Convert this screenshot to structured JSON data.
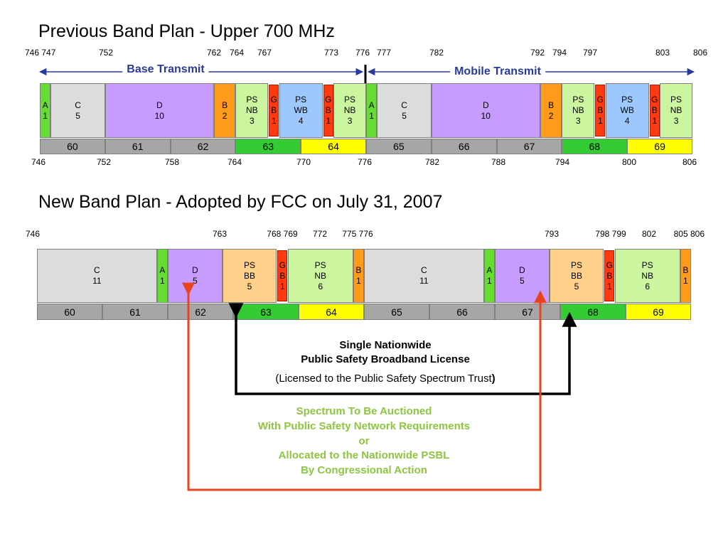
{
  "colors": {
    "gray": "#dcdcdc",
    "lime": "#66dd33",
    "violet": "#c89bff",
    "orange": "#ff9a1a",
    "ltgreen": "#ccf5a0",
    "red": "#ff3a10",
    "blue": "#9cc8ff",
    "peach": "#ffd089",
    "chgray": "#a6a6a6",
    "chgreen": "#33cc33",
    "chyellow": "#ffff00",
    "navy": "#2a3a9a",
    "arrow_red": "#e8451e",
    "label_green": "#8cc63f"
  },
  "prev": {
    "title": "Previous Band Plan - Upper 700 MHz",
    "top_ticks": [
      "746 747",
      "752",
      "762",
      "764",
      "767",
      "773",
      "776",
      "777",
      "782",
      "792",
      "794",
      "797",
      "803",
      "806"
    ],
    "bottom_ticks": [
      "746",
      "752",
      "758",
      "764",
      "770",
      "776",
      "782",
      "788",
      "794",
      "800",
      "806"
    ],
    "base_label": "Base Transmit",
    "mobile_label": "Mobile Transmit",
    "blocks": [
      {
        "lines": [
          "A",
          "1"
        ],
        "color": "lime",
        "start": 746,
        "end": 747
      },
      {
        "lines": [
          "C",
          "5"
        ],
        "color": "gray",
        "start": 747,
        "end": 752
      },
      {
        "lines": [
          "D",
          "10"
        ],
        "color": "violet",
        "start": 752,
        "end": 762
      },
      {
        "lines": [
          "B",
          "2"
        ],
        "color": "orange",
        "start": 762,
        "end": 764
      },
      {
        "lines": [
          "PS",
          "NB",
          "3"
        ],
        "color": "ltgreen",
        "start": 764,
        "end": 767
      },
      {
        "lines": [
          "G",
          "B",
          "1"
        ],
        "color": "red",
        "start": 767,
        "end": 768
      },
      {
        "lines": [
          "PS",
          "WB",
          "4"
        ],
        "color": "blue",
        "start": 768,
        "end": 772
      },
      {
        "lines": [
          "G",
          "B",
          "1"
        ],
        "color": "red",
        "start": 772,
        "end": 773
      },
      {
        "lines": [
          "PS",
          "NB",
          "3"
        ],
        "color": "ltgreen",
        "start": 773,
        "end": 776
      },
      {
        "lines": [
          "A",
          "1"
        ],
        "color": "lime",
        "start": 776,
        "end": 777
      },
      {
        "lines": [
          "C",
          "5"
        ],
        "color": "gray",
        "start": 777,
        "end": 782
      },
      {
        "lines": [
          "D",
          "10"
        ],
        "color": "violet",
        "start": 782,
        "end": 792
      },
      {
        "lines": [
          "B",
          "2"
        ],
        "color": "orange",
        "start": 792,
        "end": 794
      },
      {
        "lines": [
          "PS",
          "NB",
          "3"
        ],
        "color": "ltgreen",
        "start": 794,
        "end": 797
      },
      {
        "lines": [
          "G",
          "B",
          "1"
        ],
        "color": "red",
        "start": 797,
        "end": 798
      },
      {
        "lines": [
          "PS",
          "WB",
          "4"
        ],
        "color": "blue",
        "start": 798,
        "end": 802
      },
      {
        "lines": [
          "G",
          "B",
          "1"
        ],
        "color": "red",
        "start": 802,
        "end": 803
      },
      {
        "lines": [
          "PS",
          "NB",
          "3"
        ],
        "color": "ltgreen",
        "start": 803,
        "end": 806
      }
    ],
    "channels": [
      {
        "label": "60",
        "color": "chgray"
      },
      {
        "label": "61",
        "color": "chgray"
      },
      {
        "label": "62",
        "color": "chgray"
      },
      {
        "label": "63",
        "color": "chgreen"
      },
      {
        "label": "64",
        "color": "chyellow"
      },
      {
        "label": "65",
        "color": "chgray"
      },
      {
        "label": "66",
        "color": "chgray"
      },
      {
        "label": "67",
        "color": "chgray"
      },
      {
        "label": "68",
        "color": "chgreen"
      },
      {
        "label": "69",
        "color": "chyellow"
      }
    ]
  },
  "new": {
    "title": "New Band Plan - Adopted by FCC on July 31, 2007",
    "top_ticks": [
      "746",
      "763",
      "768 769",
      "772",
      "775 776",
      "793",
      "798 799",
      "802",
      "805 806"
    ],
    "blocks": [
      {
        "lines": [
          "C",
          "11"
        ],
        "color": "gray",
        "start": 746,
        "end": 757
      },
      {
        "lines": [
          "A",
          "1"
        ],
        "color": "lime",
        "start": 757,
        "end": 758
      },
      {
        "lines": [
          "D",
          "5"
        ],
        "color": "violet",
        "start": 758,
        "end": 763
      },
      {
        "lines": [
          "PS",
          "BB",
          "5"
        ],
        "color": "peach",
        "start": 763,
        "end": 768
      },
      {
        "lines": [
          "G",
          "B",
          "1"
        ],
        "color": "red",
        "start": 768,
        "end": 769
      },
      {
        "lines": [
          "PS",
          "NB",
          "6"
        ],
        "color": "ltgreen",
        "start": 769,
        "end": 775
      },
      {
        "lines": [
          "B",
          "1"
        ],
        "color": "orange",
        "start": 775,
        "end": 776
      },
      {
        "lines": [
          "C",
          "11"
        ],
        "color": "gray",
        "start": 776,
        "end": 787
      },
      {
        "lines": [
          "A",
          "1"
        ],
        "color": "lime",
        "start": 787,
        "end": 788
      },
      {
        "lines": [
          "D",
          "5"
        ],
        "color": "violet",
        "start": 788,
        "end": 793
      },
      {
        "lines": [
          "PS",
          "BB",
          "5"
        ],
        "color": "peach",
        "start": 793,
        "end": 798
      },
      {
        "lines": [
          "G",
          "B",
          "1"
        ],
        "color": "red",
        "start": 798,
        "end": 799
      },
      {
        "lines": [
          "PS",
          "NB",
          "6"
        ],
        "color": "ltgreen",
        "start": 799,
        "end": 805
      },
      {
        "lines": [
          "B",
          "1"
        ],
        "color": "orange",
        "start": 805,
        "end": 806
      }
    ],
    "channels": [
      {
        "label": "60",
        "color": "chgray"
      },
      {
        "label": "61",
        "color": "chgray"
      },
      {
        "label": "62",
        "color": "chgray"
      },
      {
        "label": "63",
        "color": "chgreen"
      },
      {
        "label": "64",
        "color": "chyellow"
      },
      {
        "label": "65",
        "color": "chgray"
      },
      {
        "label": "66",
        "color": "chgray"
      },
      {
        "label": "67",
        "color": "chgray"
      },
      {
        "label": "68",
        "color": "chgreen"
      },
      {
        "label": "69",
        "color": "chyellow"
      }
    ]
  },
  "license": {
    "line1": "Single Nationwide",
    "line2": "Public Safety Broadband License",
    "line3_prefix": "(Licensed to the Public Safety Spectrum Trust",
    "line3_suffix": ")"
  },
  "auction": {
    "line1": "Spectrum To Be Auctioned",
    "line2": "With Public Safety Network Requirements",
    "line3": "or",
    "line4": "Allocated to the Nationwide PSBL",
    "line5": "By Congressional Action"
  }
}
